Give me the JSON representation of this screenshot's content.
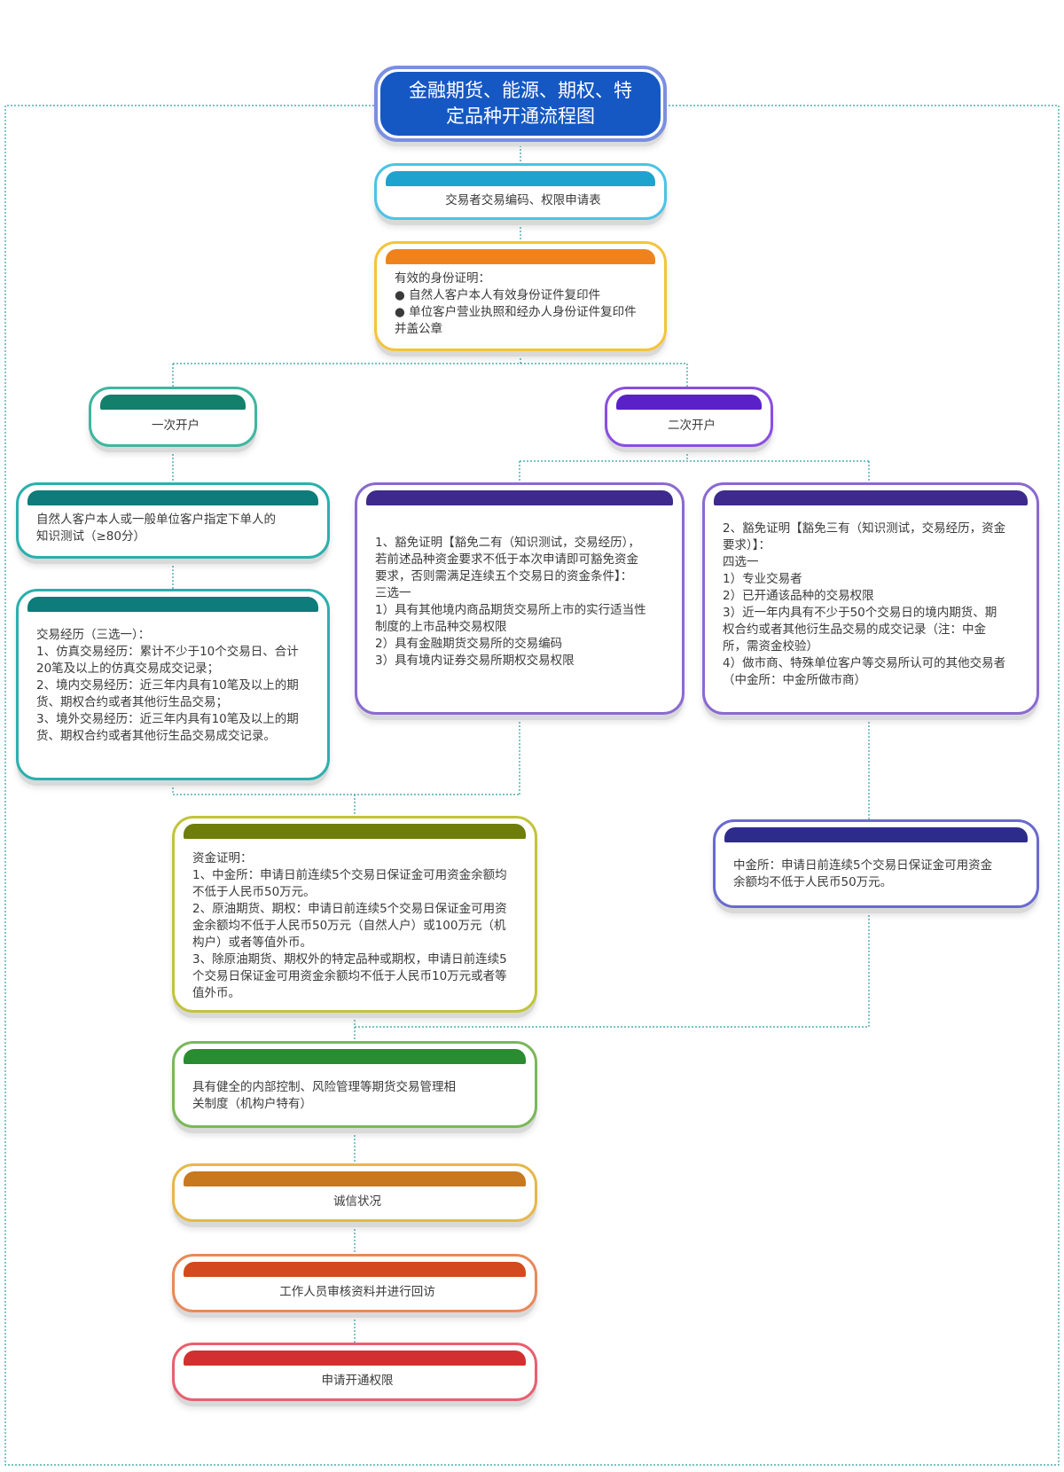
{
  "title": "金融期货、能源、期权、特\n定品种开通流程图",
  "colors": {
    "title_fill": "#1558c4",
    "title_border": "#7b8fe0",
    "connector": "#2b9ea3"
  },
  "nodes": {
    "application_form": {
      "text": "交易者交易编码、权限申请表",
      "color": "#1ea3cf",
      "border": "#4cc3e6"
    },
    "id_proof": {
      "text": "有效的身份证明：\n● 自然人客户本人有效身份证件复印件\n● 单位客户营业执照和经办人身份证件复印件\n并盖公章",
      "color": "#f0821e",
      "border": "#f5c43a"
    },
    "first_account": {
      "text": "一次开户",
      "color": "#12806a",
      "border": "#3fb6a0"
    },
    "second_account": {
      "text": "二次开户",
      "color": "#5b21c8",
      "border": "#8a4ee0"
    },
    "knowledge_test": {
      "text": "自然人客户本人或一般单位客户指定下单人的\n知识测试（≥80分）",
      "color": "#0d7c7a",
      "border": "#2ab0ae"
    },
    "trading_experience": {
      "text": "交易经历（三选一）：\n1、仿真交易经历：累计不少于10个交易日、合计\n20笔及以上的仿真交易成交记录；\n2、境内交易经历：近三年内具有10笔及以上的期\n货、期权合约或者其他衍生品交易；\n3、境外交易经历：近三年内具有10笔及以上的期\n货、期权合约或者其他衍生品交易成交记录。",
      "color": "#0d7c7a",
      "border": "#2ab0ae"
    },
    "exemption_two": {
      "text": "1、豁免证明【豁免二有（知识测试，交易经历），\n若前述品种资金要求不低于本次申请即可豁免资金\n要求，否则需满足连续五个交易日的资金条件】：\n三选一\n1）具有其他境内商品期货交易所上市的实行适当性\n制度的上市品种交易权限\n2）具有金融期货交易所的交易编码\n3）具有境内证券交易所期权交易权限",
      "color": "#3e2a8c",
      "border": "#8a6ad0"
    },
    "exemption_three": {
      "text": "2、豁免证明【豁免三有（知识测试，交易经历，资金\n要求）】：\n四选一\n1）专业交易者\n2）已开通该品种的交易权限\n3）近一年内具有不少于50个交易日的境内期货、期\n权合约或者其他衍生品交易的成交记录（注：中金\n所，需资金校验）\n4）做市商、特殊单位客户等交易所认可的其他交易者\n（中金所：中金所做市商）",
      "color": "#3e2a8c",
      "border": "#8a6ad0"
    },
    "fund_proof": {
      "text": "资金证明：\n1、中金所：申请日前连续5个交易日保证金可用资金余额均\n不低于人民币50万元。\n2、原油期货、期权：申请日前连续5个交易日保证金可用资\n金余额均不低于人民币50万元（自然人户）或100万元（机\n构户）或者等值外币。\n3、除原油期货、期权外的特定品种或期权，申请日前连续5\n个交易日保证金可用资金余额均不低于人民币10万元或者等\n值外币。",
      "color": "#6e7e08",
      "border": "#c2c43a"
    },
    "cffex_fund": {
      "text": "中金所：申请日前连续5个交易日保证金可用资金\n余额均不低于人民币50万元。",
      "color": "#2e2c8a",
      "border": "#6a6ad0"
    },
    "internal_control": {
      "text": "具有健全的内部控制、风险管理等期货交易管理相\n关制度（机构户特有）",
      "color": "#2a8c30",
      "border": "#7ab85a"
    },
    "credit_status": {
      "text": "诚信状况",
      "color": "#c8781e",
      "border": "#e6b84a"
    },
    "staff_review": {
      "text": "工作人员审核资料并进行回访",
      "color": "#d24a1e",
      "border": "#e88a5a"
    },
    "apply_permission": {
      "text": "申请开通权限",
      "color": "#d23030",
      "border": "#e86070"
    }
  }
}
